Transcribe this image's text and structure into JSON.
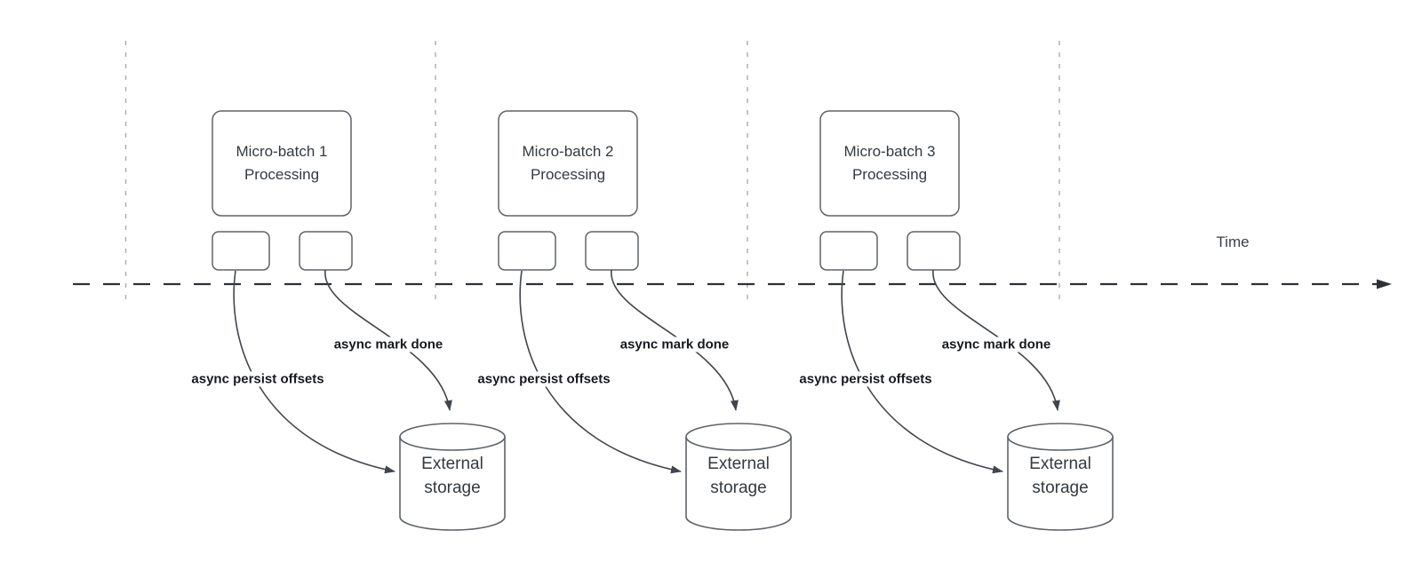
{
  "timeline": {
    "label": "Time"
  },
  "batches": [
    {
      "box_line1": "Micro-batch 1",
      "box_line2": "Processing",
      "persist_arrow_label": "async persist offsets",
      "mark_done_arrow_label": "async mark done",
      "storage_line1": "External",
      "storage_line2": "storage"
    },
    {
      "box_line1": "Micro-batch 2",
      "box_line2": "Processing",
      "persist_arrow_label": "async persist offsets",
      "mark_done_arrow_label": "async mark done",
      "storage_line1": "External",
      "storage_line2": "storage"
    },
    {
      "box_line1": "Micro-batch 3",
      "box_line2": "Processing",
      "persist_arrow_label": "async persist offsets",
      "mark_done_arrow_label": "async mark done",
      "storage_line1": "External",
      "storage_line2": "storage"
    }
  ],
  "colors": {
    "box_border": "#5e6369",
    "box_fill": "#ffffff",
    "arrow_stroke": "#41464d",
    "timeline_stroke": "#2d3136",
    "interval_line": "#aaaaaa",
    "box_text": "#333a40",
    "arrow_label_text": "#16191d",
    "time_text": "#3c4148"
  }
}
